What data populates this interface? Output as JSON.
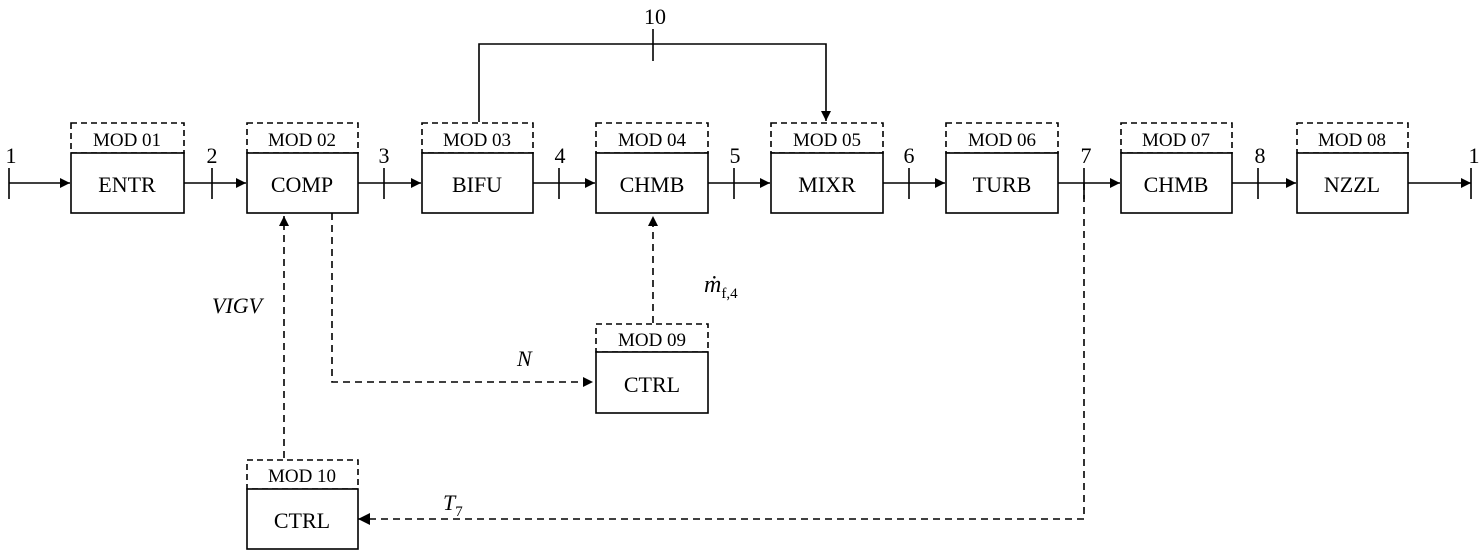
{
  "modules": [
    {
      "id": "mod01",
      "tag": "MOD 01",
      "label": "ENTR"
    },
    {
      "id": "mod02",
      "tag": "MOD 02",
      "label": "COMP"
    },
    {
      "id": "mod03",
      "tag": "MOD 03",
      "label": "BIFU"
    },
    {
      "id": "mod04",
      "tag": "MOD 04",
      "label": "CHMB"
    },
    {
      "id": "mod05",
      "tag": "MOD 05",
      "label": "MIXR"
    },
    {
      "id": "mod06",
      "tag": "MOD 06",
      "label": "TURB"
    },
    {
      "id": "mod07",
      "tag": "MOD 07",
      "label": "CHMB"
    },
    {
      "id": "mod08",
      "tag": "MOD 08",
      "label": "NZZL"
    },
    {
      "id": "mod09",
      "tag": "MOD 09",
      "label": "CTRL"
    },
    {
      "id": "mod10",
      "tag": "MOD 10",
      "label": "CTRL"
    }
  ],
  "stations": [
    "1",
    "2",
    "3",
    "4",
    "5",
    "6",
    "7",
    "8",
    "1",
    "10"
  ],
  "signals": {
    "vigv": "VIGV",
    "speed": "N",
    "fuel_flow_main": "ṁ",
    "fuel_flow_sub": "f,4",
    "temp_main": "T",
    "temp_sub": "7"
  }
}
